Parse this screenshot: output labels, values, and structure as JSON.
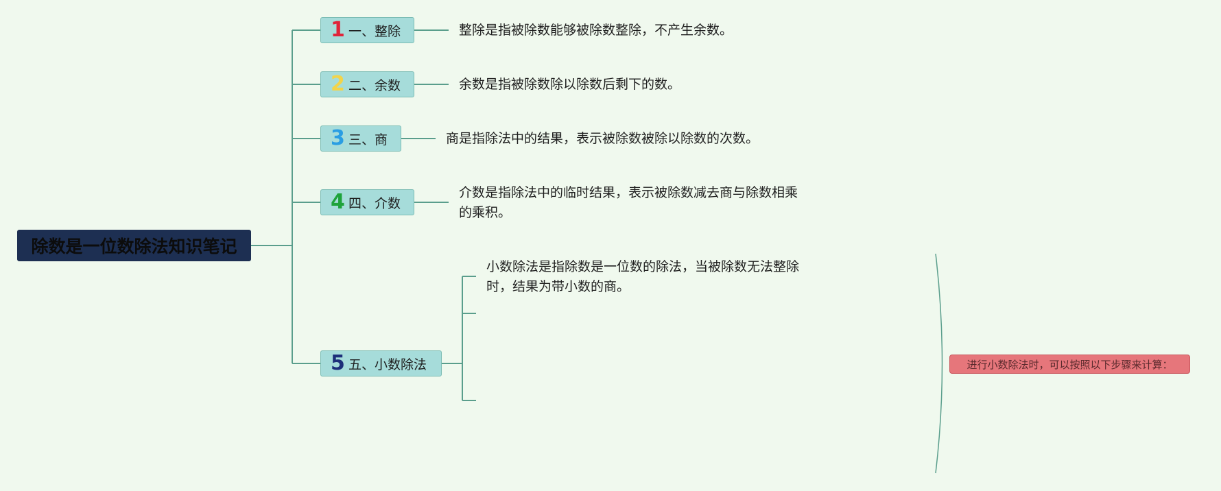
{
  "colors": {
    "background": "#f0f9ee",
    "line": "#5a9e8c",
    "root_bg": "#1d2f52",
    "root_text": "#0c0c0c",
    "branch_bg": "#a6dcda",
    "branch_border": "#7bbcb4",
    "note_bg": "#e6767b",
    "note_border": "#c9575d",
    "note_text": "#5a2a2d"
  },
  "root": {
    "title": "除数是一位数除法知识笔记"
  },
  "branches": [
    {
      "number": "1",
      "number_color": "#e0243a",
      "label": "一、整除",
      "descriptions": [
        "整除是指被除数能够被除数整除，不产生余数。"
      ]
    },
    {
      "number": "2",
      "number_color": "#f3d44a",
      "label": "二、余数",
      "descriptions": [
        "余数是指被除数除以除数后剩下的数。"
      ]
    },
    {
      "number": "3",
      "number_color": "#2a9ee3",
      "label": "三、商",
      "descriptions": [
        "商是指除法中的结果，表示被除数被除以除数的次数。"
      ]
    },
    {
      "number": "4",
      "number_color": "#1ea33b",
      "label": "四、介数",
      "descriptions": [
        "介数是指除法中的临时结果，表示被除数减去商与除数相乘的乘积。"
      ]
    },
    {
      "number": "5",
      "number_color": "#1d2f7a",
      "label": "五、小数除法",
      "descriptions": [
        "小数除法是指除数是一位数的除法，当被除数无法整除时，结果为带小数的商。"
      ]
    }
  ],
  "summary_note": {
    "text": "进行小数除法时，可以按照以下步骤来计算："
  }
}
